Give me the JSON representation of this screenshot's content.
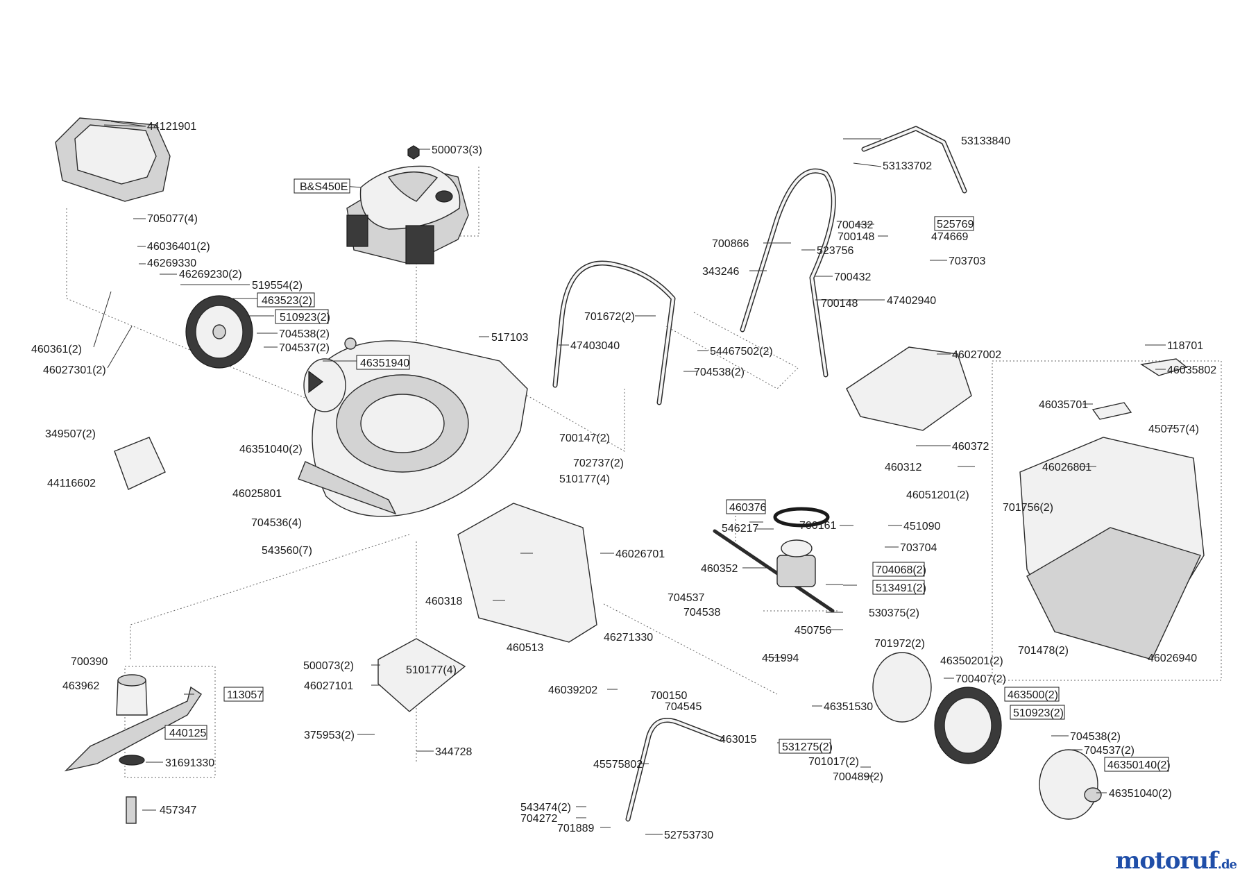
{
  "brand": {
    "name_main": "motoruf",
    "name_accent": "",
    "tld": ".de",
    "colors": {
      "main": "#1f4ea8",
      "accent": "#e0842a"
    }
  },
  "labels": {
    "p44121901": "44121901",
    "p500073_3": "500073(3)",
    "pBS450E": "B&S450E",
    "p53133840": "53133840",
    "p53133702": "53133702",
    "p705077_4": "705077(4)",
    "p46036401_2": "46036401(2)",
    "p46269330": "46269330",
    "p46269230_2": "46269230(2)",
    "p519554_2": "519554(2)",
    "p463523_2": "463523(2)",
    "p510923_2a": "510923(2)",
    "p704538_2a": "704538(2)",
    "p704537_2a": "704537(2)",
    "p46351940": "46351940",
    "p460361_2": "460361(2)",
    "p46027301_2": "46027301(2)",
    "p700432a": "700432",
    "p700148a": "700148",
    "p525769": "525769",
    "p474669": "474669",
    "p700866": "700866",
    "p523756": "523756",
    "p703703": "703703",
    "p343246": "343246",
    "p700432b": "700432",
    "p700148b": "700148",
    "p47402940": "47402940",
    "p701672_2": "701672(2)",
    "p517103": "517103",
    "p47403040": "47403040",
    "p54467502_2": "54467502(2)",
    "p704538_2b": "704538(2)",
    "p46027002": "46027002",
    "p118701": "118701",
    "p46035802": "46035802",
    "p349507_2": "349507(2)",
    "p46351040_2a": "46351040(2)",
    "p700147_2": "700147(2)",
    "p702737_2": "702737(2)",
    "p46035701": "46035701",
    "p450757_4": "450757(4)",
    "p460372": "460372",
    "p44116602": "44116602",
    "p510177_4a": "510177(4)",
    "p46025801": "46025801",
    "p460312": "460312",
    "p46026801": "46026801",
    "p46051201_2": "46051201(2)",
    "p460376": "460376",
    "p701756_2": "701756(2)",
    "p704536_4": "704536(4)",
    "p546217": "546217",
    "p700161": "700161",
    "p451090": "451090",
    "p543560_7": "543560(7)",
    "p46026701": "46026701",
    "p703704": "703704",
    "p460352": "460352",
    "p704068_2": "704068(2)",
    "p513491_2": "513491(2)",
    "p460318": "460318",
    "p704537": "704537",
    "p704538": "704538",
    "p530375_2": "530375(2)",
    "p450756": "450756",
    "p701478_2": "701478(2)",
    "p46271330": "46271330",
    "p460513": "460513",
    "p451994": "451994",
    "p46026940": "46026940",
    "p700390": "700390",
    "p510177_4b": "510177(4)",
    "p701972_2": "701972(2)",
    "p46350201_2": "46350201(2)",
    "p500073_2": "500073(2)",
    "p463962": "463962",
    "p46027101": "46027101",
    "p46039202": "46039202",
    "p700407_2": "700407(2)",
    "p113057": "113057",
    "p700150": "700150",
    "p704545": "704545",
    "p46351530": "46351530",
    "p463500_2": "463500(2)",
    "p510923_2b": "510923(2)",
    "p440125": "440125",
    "p375953_2": "375953(2)",
    "p344728": "344728",
    "p463015": "463015",
    "p531275_2": "531275(2)",
    "p704538_2c": "704538(2)",
    "p704537_2c": "704537(2)",
    "p31691330": "31691330",
    "p45575802": "45575802",
    "p701017_2": "701017(2)",
    "p700489_2": "700489(2)",
    "p46350140_2": "46350140(2)",
    "p46351040_2b": "46351040(2)",
    "p457347": "457347",
    "p543474_2": "543474(2)",
    "p704272": "704272",
    "p701889": "701889",
    "p52753730": "52753730"
  }
}
